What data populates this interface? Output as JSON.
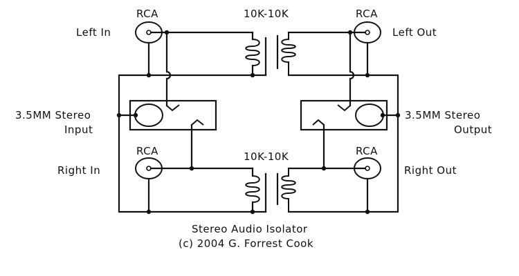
{
  "diagram": {
    "title": "Stereo Audio Isolator",
    "credit": "(c) 2004  G. Forrest Cook",
    "ink_color": "#111111",
    "background": "#ffffff"
  },
  "connectors": {
    "left_in": {
      "type": "RCA",
      "label": "Left In"
    },
    "left_out": {
      "type": "RCA",
      "label": "Left Out"
    },
    "right_in": {
      "type": "RCA",
      "label": "Right In"
    },
    "right_out": {
      "type": "RCA",
      "label": "Right Out"
    },
    "stereo_input": {
      "label_line1": "3.5MM Stereo",
      "label_line2": "Input"
    },
    "stereo_output": {
      "label_line1": "3.5MM Stereo",
      "label_line2": "Output"
    }
  },
  "transformers": {
    "left": {
      "label": "10K-10K"
    },
    "right": {
      "label": "10K-10K"
    }
  }
}
